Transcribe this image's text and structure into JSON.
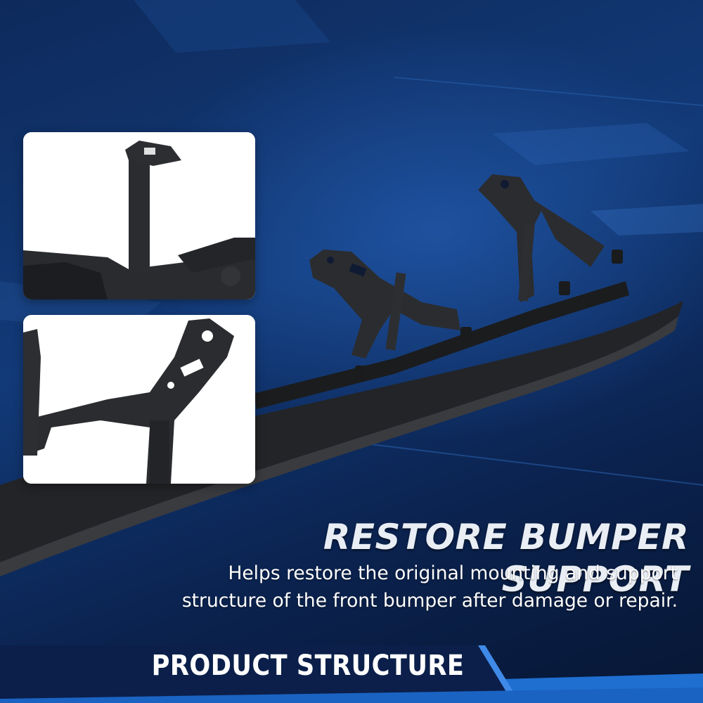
{
  "headline": "RESTORE BUMPER SUPPORT",
  "description": {
    "line1": "Helps restore the original mounting and support",
    "line2": "structure of the front bumper after damage or repair."
  },
  "banner": {
    "title": "PRODUCT STRUCTURE"
  },
  "colors": {
    "background": "#0e2a5c",
    "accent_blue": "#1f6fd1",
    "banner_dark": "#0b1f4a",
    "part_black": "#1e1f21",
    "text": "#ffffff"
  }
}
